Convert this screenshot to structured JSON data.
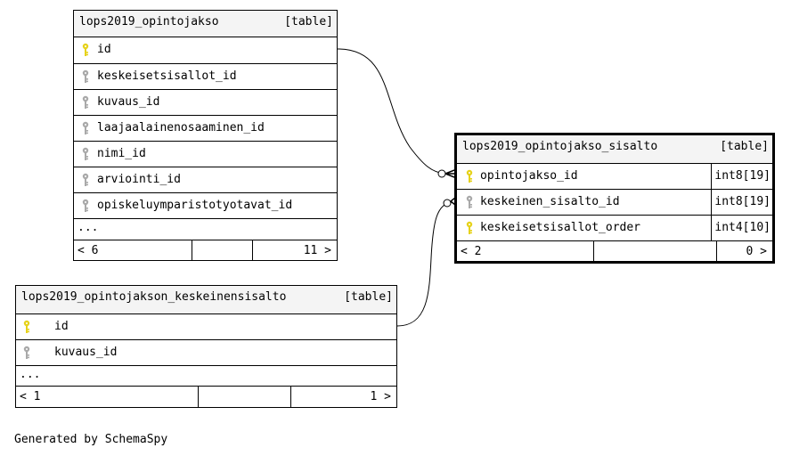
{
  "tables": [
    {
      "id": "opintojakso",
      "name": "lops2019_opintojakso",
      "kind": "[table]",
      "columns": [
        {
          "name": "id",
          "key": "primary"
        },
        {
          "name": "keskeisetsisallot_id",
          "key": "foreign"
        },
        {
          "name": "kuvaus_id",
          "key": "foreign"
        },
        {
          "name": "laajaalainenosaaminen_id",
          "key": "foreign"
        },
        {
          "name": "nimi_id",
          "key": "foreign"
        },
        {
          "name": "arviointi_id",
          "key": "foreign"
        },
        {
          "name": "opiskeluymparistotyotavat_id",
          "key": "foreign"
        }
      ],
      "more": "...",
      "footer": {
        "left": "< 6",
        "right": "11 >"
      }
    },
    {
      "id": "sisalto",
      "name": "lops2019_opintojakso_sisalto",
      "kind": "[table]",
      "columns": [
        {
          "name": "opintojakso_id",
          "key": "primary",
          "type": "int8[19]"
        },
        {
          "name": "keskeinen_sisalto_id",
          "key": "foreign",
          "type": "int8[19]"
        },
        {
          "name": "keskeisetsisallot_order",
          "key": "primary",
          "type": "int4[10]"
        }
      ],
      "footer": {
        "left": "< 2",
        "right": "0 >"
      }
    },
    {
      "id": "keskeinensisalto",
      "name": "lops2019_opintojakson_keskeinensisalto",
      "kind": "[table]",
      "columns": [
        {
          "name": "id",
          "key": "primary"
        },
        {
          "name": "kuvaus_id",
          "key": "foreign"
        }
      ],
      "more": "...",
      "footer": {
        "left": "< 1",
        "right": "1 >"
      }
    }
  ],
  "relationships": [
    {
      "from": "lops2019_opintojakso.id",
      "to": "lops2019_opintojakso_sisalto.opintojakso_id"
    },
    {
      "from": "lops2019_opintojakson_keskeinensisalto.id",
      "to": "lops2019_opintojakso_sisalto.keskeinen_sisalto_id"
    }
  ],
  "colors": {
    "primary_key": "#e6d21a",
    "foreign_key": "#a9a9a9",
    "header_bg": "#f4f4f4"
  },
  "credit": "Generated by SchemaSpy"
}
